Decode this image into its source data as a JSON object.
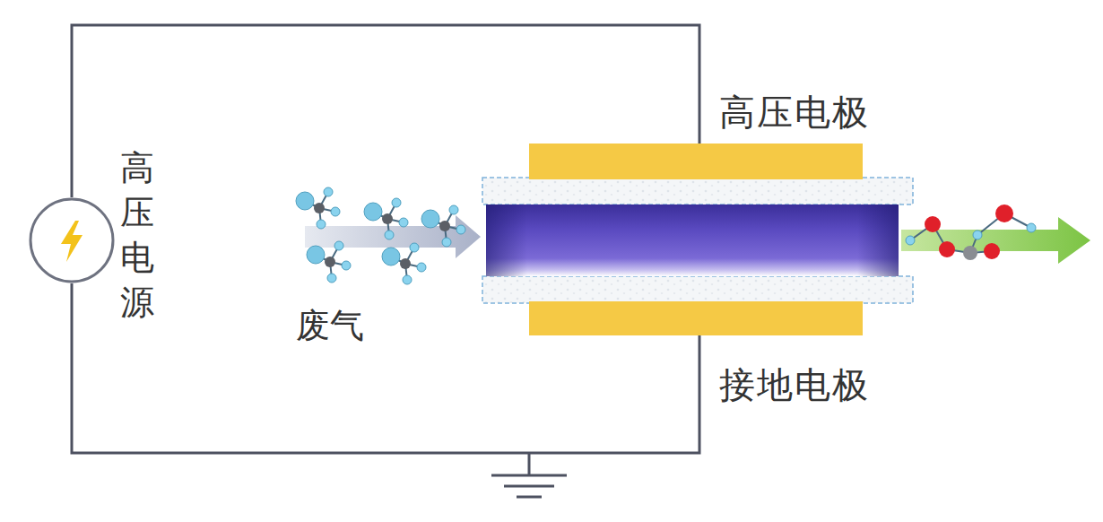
{
  "diagram": {
    "nodes": [
      {
        "text": [
          "高压电源"
        ]
      },
      {
        "text": [
          "高压电极"
        ]
      },
      {
        "text": [
          "接地电极"
        ]
      }
    ],
    "edges": [
      {
        "from": 0,
        "to": 1,
        "arrow": "none"
      },
      {
        "from": 0,
        "to": 2,
        "arrow": "none"
      }
    ],
    "labels": [
      "废气"
    ]
  }
}
